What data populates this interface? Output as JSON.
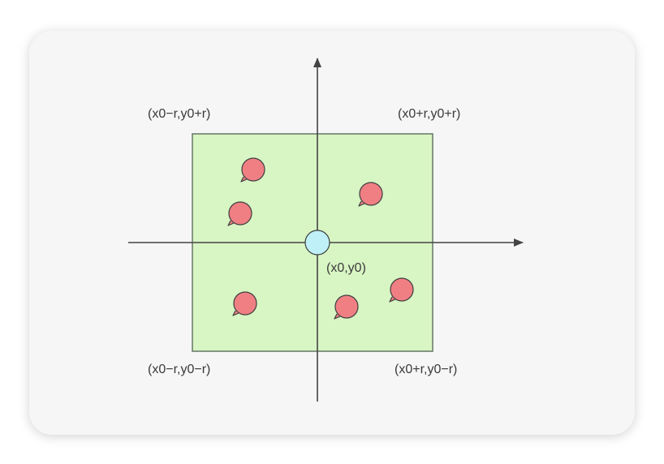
{
  "labels": {
    "top_left": "(x0−r,y0+r)",
    "top_right": "(x0+r,y0+r)",
    "bottom_left": "(x0−r,y0−r)",
    "bottom_right": "(x0+r,y0−r)",
    "center": "(x0,y0)"
  },
  "colors": {
    "card_background": "#f6f6f6",
    "square_fill": "#d8f5c4",
    "square_stroke": "#6d7e6d",
    "axis": "#444444",
    "point_fill": "#f07f84",
    "point_stroke": "#3e3e3e",
    "center_fill": "#bff0f7",
    "center_stroke": "#3e3e3e"
  },
  "points": {
    "count": 6
  }
}
